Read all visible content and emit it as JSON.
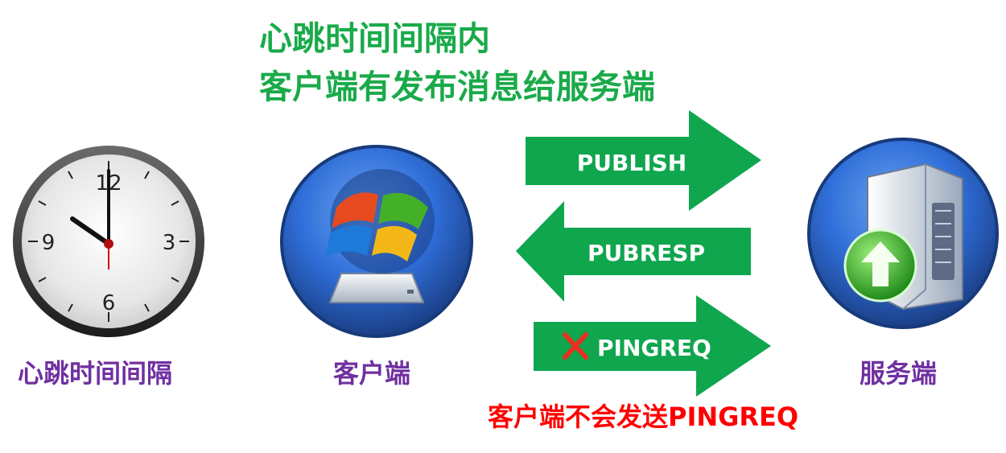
{
  "title": {
    "line1": "心跳时间间隔内",
    "line2": "客户端有发布消息给服务端"
  },
  "nodes": {
    "clock": {
      "label": "心跳时间间隔",
      "icon": "clock-icon",
      "dial": [
        "12",
        "3",
        "6",
        "9"
      ]
    },
    "client": {
      "label": "客户端",
      "icon": "windows-drive-icon"
    },
    "server": {
      "label": "服务端",
      "icon": "server-upload-icon"
    }
  },
  "arrows": [
    {
      "label": "PUBLISH",
      "direction": "right",
      "disabled": false
    },
    {
      "label": "PUBRESP",
      "direction": "left",
      "disabled": false
    },
    {
      "label": "PINGREQ",
      "direction": "right",
      "disabled": true,
      "marker": "cross-icon"
    }
  ],
  "note": "客户端不会发送PINGREQ",
  "colors": {
    "title": "#1aaa4a",
    "arrow_fill": "#0fa64e",
    "node_label": "#7030a0",
    "warning": "#ff0000",
    "circle": "#2f6ed8"
  }
}
